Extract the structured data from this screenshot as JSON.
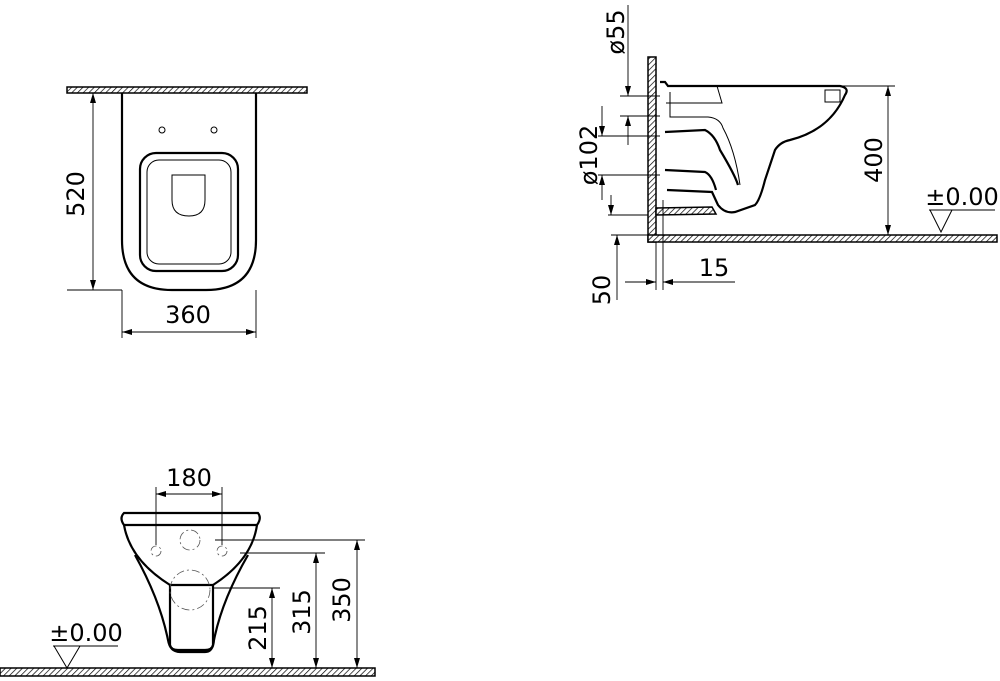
{
  "top_view": {
    "depth_label": "520",
    "width_label": "360"
  },
  "side_view": {
    "pipe_small_label": "ø55",
    "pipe_large_label": "ø102",
    "height_label": "400",
    "floor_level_label": "±0.00",
    "floor_offset_label": "50",
    "wall_gap_label": "15"
  },
  "front_view": {
    "hole_spacing_label": "180",
    "outlet_height_label": "215",
    "fixing_height_label": "315",
    "inlet_height_label": "350",
    "floor_level_label": "±0.00"
  }
}
